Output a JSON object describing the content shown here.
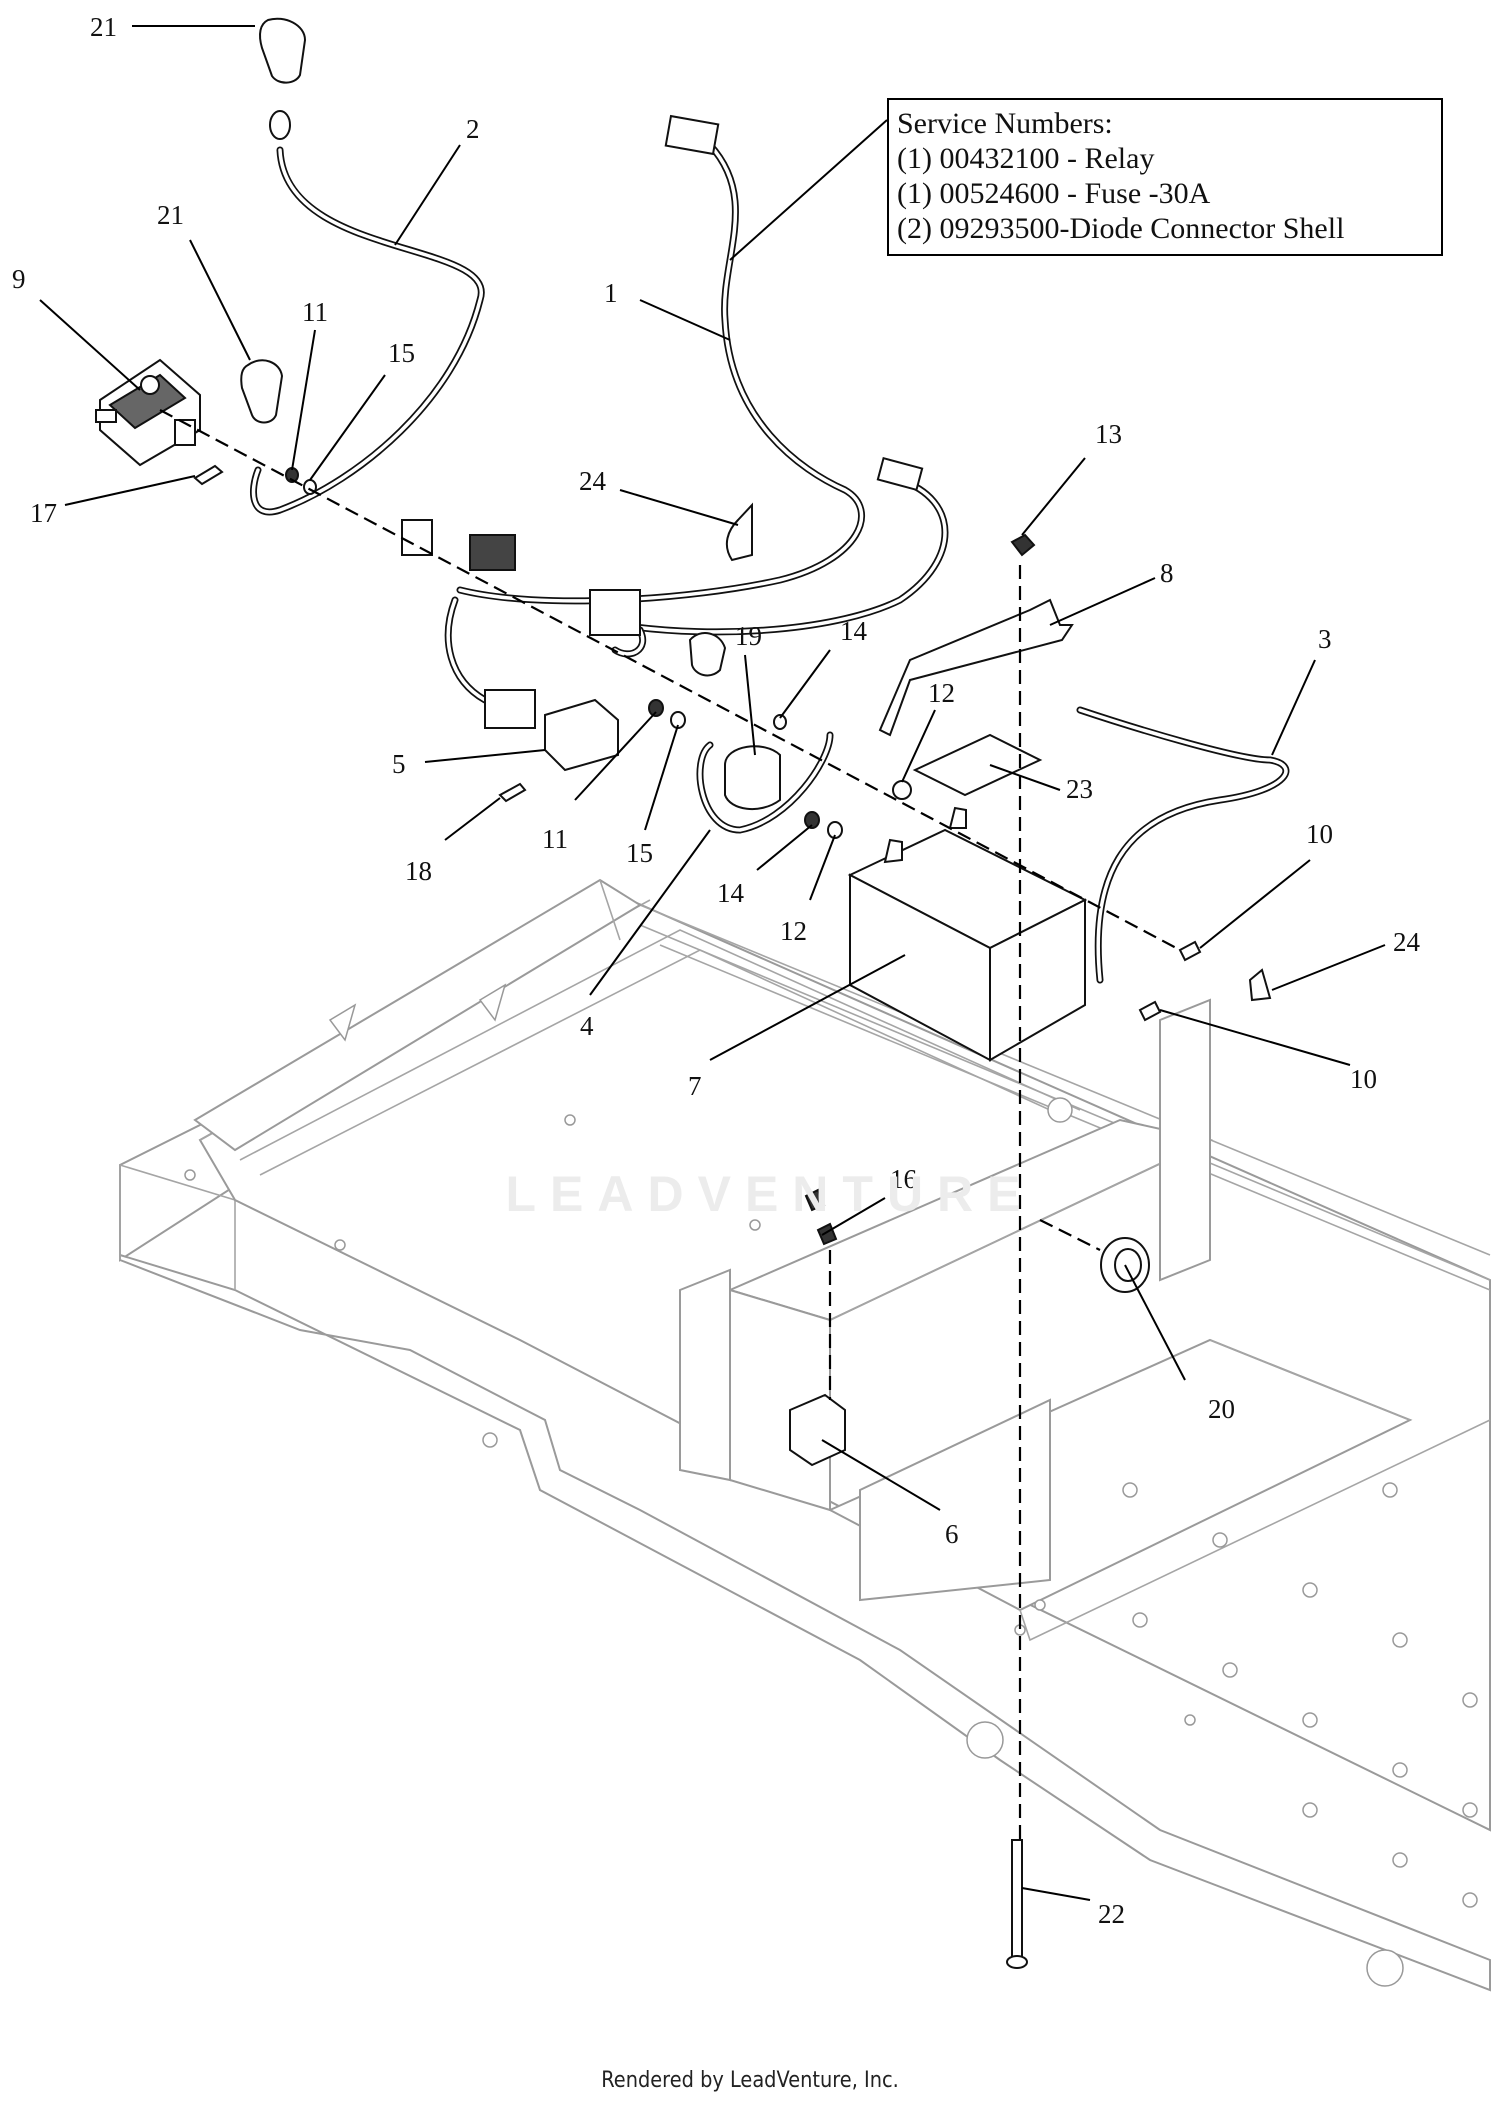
{
  "diagram": {
    "service_box": {
      "lines": [
        "Service Numbers:",
        "(1) 00432100 - Relay",
        "(1) 00524600 - Fuse -30A",
        "(2) 09293500-Diode Connector Shell"
      ]
    },
    "callouts": [
      {
        "id": "c21a",
        "label": "21"
      },
      {
        "id": "c2",
        "label": "2"
      },
      {
        "id": "c21b",
        "label": "21"
      },
      {
        "id": "c9",
        "label": "9"
      },
      {
        "id": "c11a",
        "label": "11"
      },
      {
        "id": "c15a",
        "label": "15"
      },
      {
        "id": "c1",
        "label": "1"
      },
      {
        "id": "c17",
        "label": "17"
      },
      {
        "id": "c24a",
        "label": "24"
      },
      {
        "id": "c13",
        "label": "13"
      },
      {
        "id": "c8",
        "label": "8"
      },
      {
        "id": "c19",
        "label": "19"
      },
      {
        "id": "c14a",
        "label": "14"
      },
      {
        "id": "c3",
        "label": "3"
      },
      {
        "id": "c12a",
        "label": "12"
      },
      {
        "id": "c23",
        "label": "23"
      },
      {
        "id": "c5",
        "label": "5"
      },
      {
        "id": "c11b",
        "label": "11"
      },
      {
        "id": "c15b",
        "label": "15"
      },
      {
        "id": "c18",
        "label": "18"
      },
      {
        "id": "c14b",
        "label": "14"
      },
      {
        "id": "c12b",
        "label": "12"
      },
      {
        "id": "c10a",
        "label": "10"
      },
      {
        "id": "c24b",
        "label": "24"
      },
      {
        "id": "c4",
        "label": "4"
      },
      {
        "id": "c10b",
        "label": "10"
      },
      {
        "id": "c7",
        "label": "7"
      },
      {
        "id": "c16",
        "label": "16"
      },
      {
        "id": "c20",
        "label": "20"
      },
      {
        "id": "c6",
        "label": "6"
      },
      {
        "id": "c22",
        "label": "22"
      }
    ],
    "watermark": "LEADVENTURE",
    "footer": "Rendered by LeadVenture, Inc."
  }
}
